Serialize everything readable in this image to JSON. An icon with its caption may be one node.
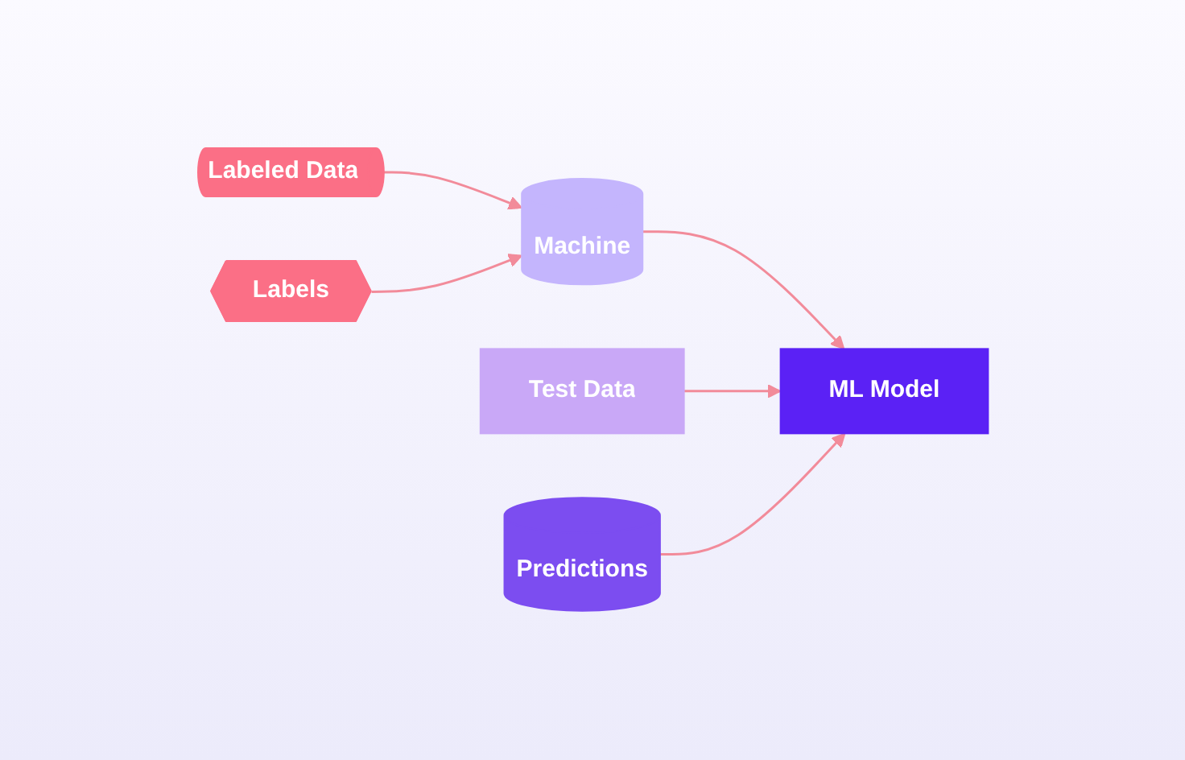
{
  "diagram": {
    "nodes": [
      {
        "text": [
          "Labeled Data"
        ]
      },
      {
        "text": [
          "Machine"
        ]
      },
      {
        "text": [
          "Labels"
        ]
      },
      {
        "text": [
          "ML Model"
        ]
      },
      {
        "text": [
          "Test Data"
        ]
      },
      {
        "text": [
          "Predictions"
        ]
      }
    ],
    "edges": [
      {
        "from": 0,
        "to": 1,
        "arrow": "to"
      },
      {
        "from": 2,
        "to": 1,
        "arrow": "to"
      },
      {
        "from": 1,
        "to": 3,
        "arrow": "to"
      },
      {
        "from": 4,
        "to": 3,
        "arrow": "to"
      },
      {
        "from": 5,
        "to": 3,
        "arrow": "to"
      }
    ]
  }
}
